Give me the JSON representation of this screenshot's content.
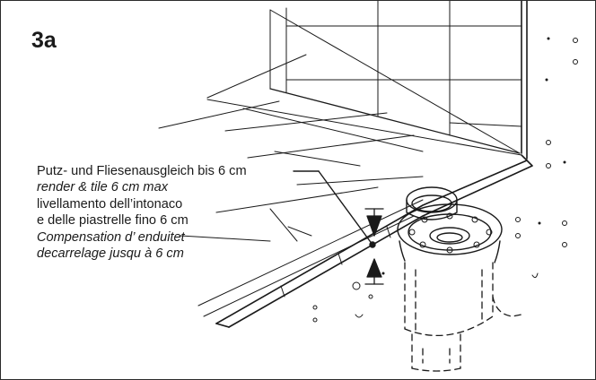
{
  "figure": {
    "number": "3a"
  },
  "callout": {
    "lines": [
      {
        "text": "Putz- und Fliesenausgleich bis 6 cm",
        "lang": "de",
        "italic": false
      },
      {
        "text": "render & tile 6 cm max",
        "lang": "en",
        "italic": true
      },
      {
        "text": "livellamento dell’intonaco",
        "lang": "it",
        "italic": false
      },
      {
        "text": "e delle piastrelle fino 6 cm",
        "lang": "it",
        "italic": false
      },
      {
        "text": "Compensation d’ enduitet",
        "lang": "fr",
        "italic": true
      },
      {
        "text": "decarrelage jusqu à 6 cm",
        "lang": "fr",
        "italic": true
      }
    ]
  },
  "colors": {
    "line": "#1a1a1a",
    "background": "#ffffff"
  }
}
